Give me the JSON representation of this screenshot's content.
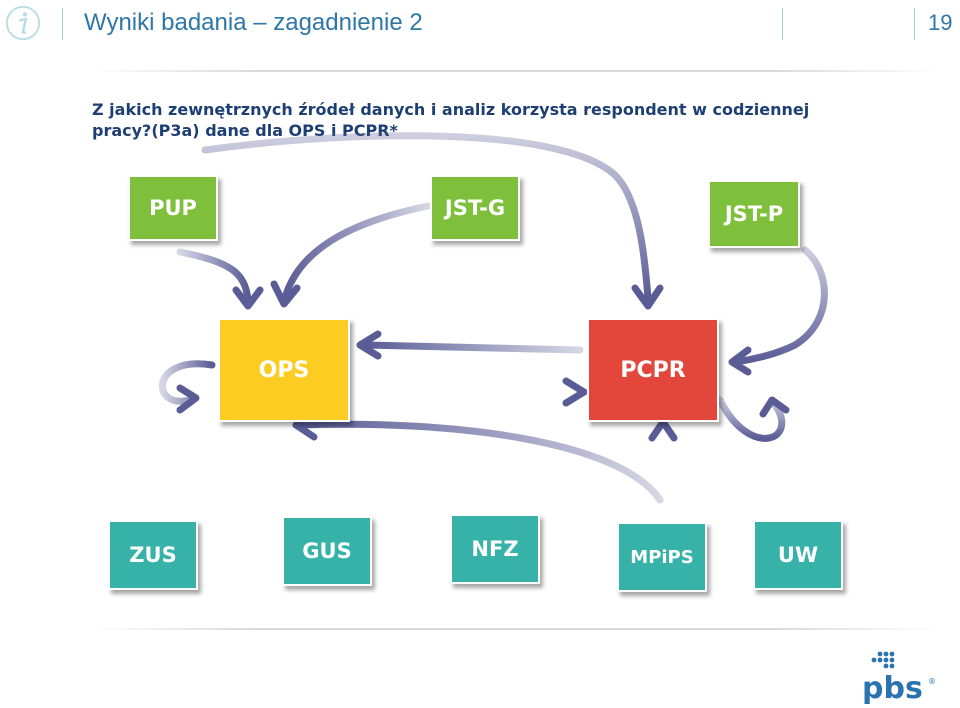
{
  "header": {
    "title": "Wyniki badania – zagadnienie 2",
    "page_number": "19"
  },
  "question": {
    "text": "Z jakich zewnętrznych źródeł danych i analiz korzysta respondent w codziennej pracy?(P3a) dane dla OPS i PCPR*"
  },
  "nodes": {
    "pup": "PUP",
    "jstg": "JST-G",
    "jstp": "JST-P",
    "ops": "OPS",
    "pcpr": "PCPR",
    "zus": "ZUS",
    "gus": "GUS",
    "nfz": "NFZ",
    "mpips": "MPiPS",
    "uw": "UW"
  },
  "colors": {
    "title_blue": "#2e77a8",
    "question_navy": "#1e3f73",
    "green": "#7ec03b",
    "yellow": "#fccc22",
    "red": "#e3473b",
    "teal": "#37b2a8",
    "arrow": "#5a5c96"
  },
  "icons": {
    "info": "info-icon",
    "logo": "pbs-logo"
  },
  "logo": {
    "text": "pbs"
  }
}
